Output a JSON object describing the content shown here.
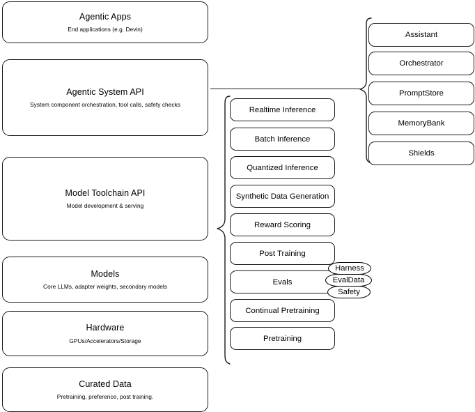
{
  "diagram": {
    "title": "Agentic stack layered architecture",
    "background_color": "#ffffff",
    "stroke_color": "#1a1a1a"
  },
  "layers": [
    {
      "id": "agentic-apps",
      "title": "Agentic Apps",
      "subtitle": "End applications (e.g. Devin)"
    },
    {
      "id": "agentic-system-api",
      "title": "Agentic System API",
      "subtitle": "System component orchestration, tool calls, safety checks"
    },
    {
      "id": "model-toolchain-api",
      "title": "Model Toolchain API",
      "subtitle": "Model development & serving"
    },
    {
      "id": "models",
      "title": "Models",
      "subtitle": "Core LLMs, adapter weights, secondary models"
    },
    {
      "id": "hardware",
      "title": "Hardware",
      "subtitle": "GPUs/Accelerators/Storage"
    },
    {
      "id": "curated-data",
      "title": "Curated Data",
      "subtitle": "Pretraining, preference, post training."
    }
  ],
  "toolchain_capabilities": [
    {
      "id": "realtime-inference",
      "label": "Realtime Inference"
    },
    {
      "id": "batch-inference",
      "label": "Batch Inference"
    },
    {
      "id": "quantized-inference",
      "label": "Quantized Inference"
    },
    {
      "id": "synthetic-data-generation",
      "label": "Synthetic Data Generation"
    },
    {
      "id": "reward-scoring",
      "label": "Reward Scoring"
    },
    {
      "id": "post-training",
      "label": "Post Training"
    },
    {
      "id": "evals",
      "label": "Evals"
    },
    {
      "id": "continual-pretraining",
      "label": "Continual Pretraining"
    },
    {
      "id": "pretraining",
      "label": "Pretraining"
    }
  ],
  "eval_chips": [
    {
      "id": "harness",
      "label": "Harness"
    },
    {
      "id": "evaldata",
      "label": "EvalData"
    },
    {
      "id": "safety",
      "label": "Safety"
    }
  ],
  "system_components": [
    {
      "id": "assistant",
      "label": "Assistant"
    },
    {
      "id": "orchestrator",
      "label": "Orchestrator"
    },
    {
      "id": "promptstore",
      "label": "PromptStore"
    },
    {
      "id": "memorybank",
      "label": "MemoryBank"
    },
    {
      "id": "shields",
      "label": "Shields"
    }
  ]
}
